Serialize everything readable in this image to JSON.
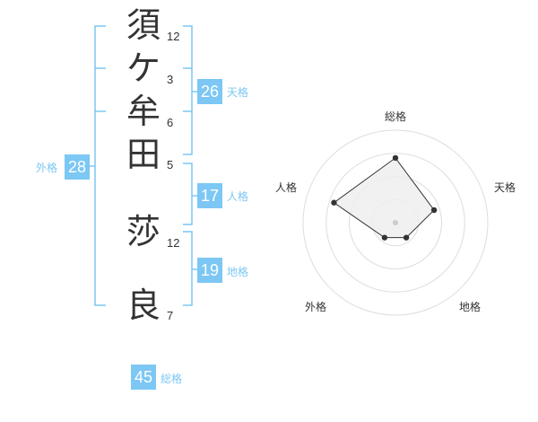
{
  "name": {
    "chars": [
      {
        "char": "須",
        "strokes": "12"
      },
      {
        "char": "ケ",
        "strokes": "3"
      },
      {
        "char": "牟",
        "strokes": "6"
      },
      {
        "char": "田",
        "strokes": "5"
      },
      {
        "char": "莎",
        "strokes": "12"
      },
      {
        "char": "良",
        "strokes": "7"
      }
    ]
  },
  "fortunes": {
    "tenkaku": {
      "value": "26",
      "label": "天格"
    },
    "jinkaku": {
      "value": "17",
      "label": "人格"
    },
    "chikaku": {
      "value": "19",
      "label": "地格"
    },
    "gaikaku": {
      "value": "28",
      "label": "外格"
    },
    "soukaku": {
      "value": "45",
      "label": "総格"
    }
  },
  "colors": {
    "accent": "#7cc7f4",
    "text": "#333333",
    "grid": "#dddddd",
    "fill": "#eeeeee"
  },
  "chart_data": {
    "type": "radar",
    "axes": [
      "総格",
      "天格",
      "地格",
      "外格",
      "人格"
    ],
    "values": [
      3.5,
      2.2,
      1.0,
      1.0,
      3.5
    ],
    "rmax": 5,
    "rings": 4
  }
}
